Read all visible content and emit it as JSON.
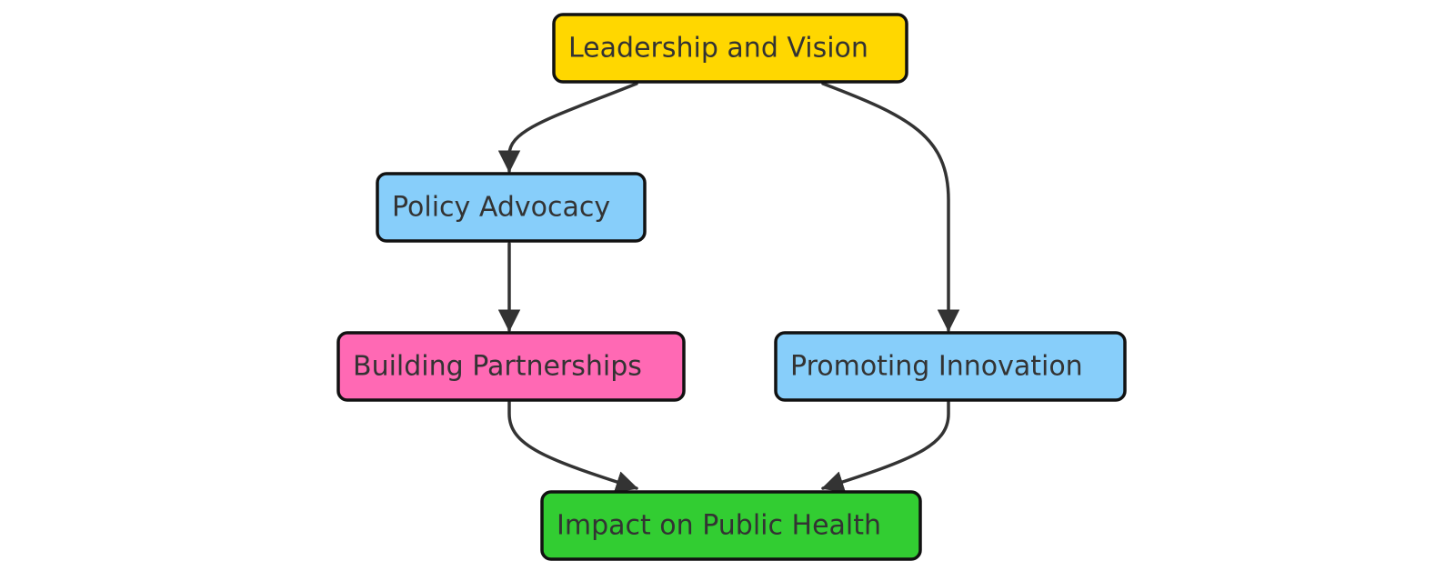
{
  "diagram": {
    "nodes": [
      {
        "id": "leadership",
        "label": "Leadership and Vision",
        "color": "#FFD700"
      },
      {
        "id": "policy",
        "label": "Policy Advocacy",
        "color": "#87CEFA"
      },
      {
        "id": "partnerships",
        "label": "Building Partnerships",
        "color": "#FF69B4"
      },
      {
        "id": "innovation",
        "label": "Promoting Innovation",
        "color": "#87CEFA"
      },
      {
        "id": "impact",
        "label": "Impact on Public Health",
        "color": "#32CD32"
      }
    ],
    "edges": [
      {
        "from": "leadership",
        "to": "policy"
      },
      {
        "from": "leadership",
        "to": "innovation"
      },
      {
        "from": "policy",
        "to": "partnerships"
      },
      {
        "from": "partnerships",
        "to": "impact"
      },
      {
        "from": "innovation",
        "to": "impact"
      }
    ],
    "line_color": "#333333",
    "border_color": "#111111"
  }
}
